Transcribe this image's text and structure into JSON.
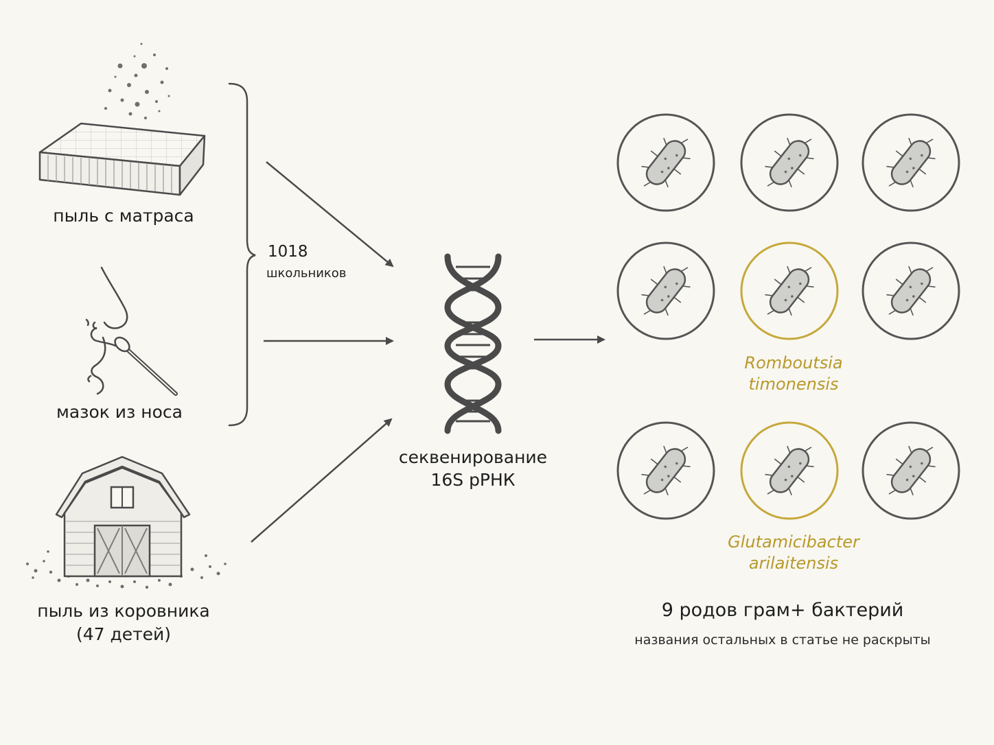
{
  "sources": [
    {
      "label": "пыль с матраса",
      "icon": "mattress-icon"
    },
    {
      "label": "мазок из носа",
      "icon": "nose-swab-icon"
    },
    {
      "label_lines": [
        "пыль из коровника",
        "(47 детей)"
      ],
      "icon": "barn-icon"
    }
  ],
  "cohort": {
    "count": "1018",
    "label": "школьников"
  },
  "method": {
    "lines": [
      "секвенирование",
      "16S рРНК"
    ],
    "icon": "dna-icon"
  },
  "bacteria_grid": {
    "rows": 3,
    "cols": 3,
    "highlighted_species": [
      {
        "lines": [
          "Romboutsia",
          "timonensis"
        ]
      },
      {
        "lines": [
          "Glutamicibacter",
          "arilaitensis"
        ]
      }
    ]
  },
  "result": {
    "title": "9 родов грам+ бактерий",
    "subtitle": "названия остальных в статье не раскрыты"
  },
  "colors": {
    "background": "#f8f7f2",
    "stroke": "#555555",
    "highlight": "#c6a83a",
    "bacterium_fill": "#cfcfcc"
  }
}
